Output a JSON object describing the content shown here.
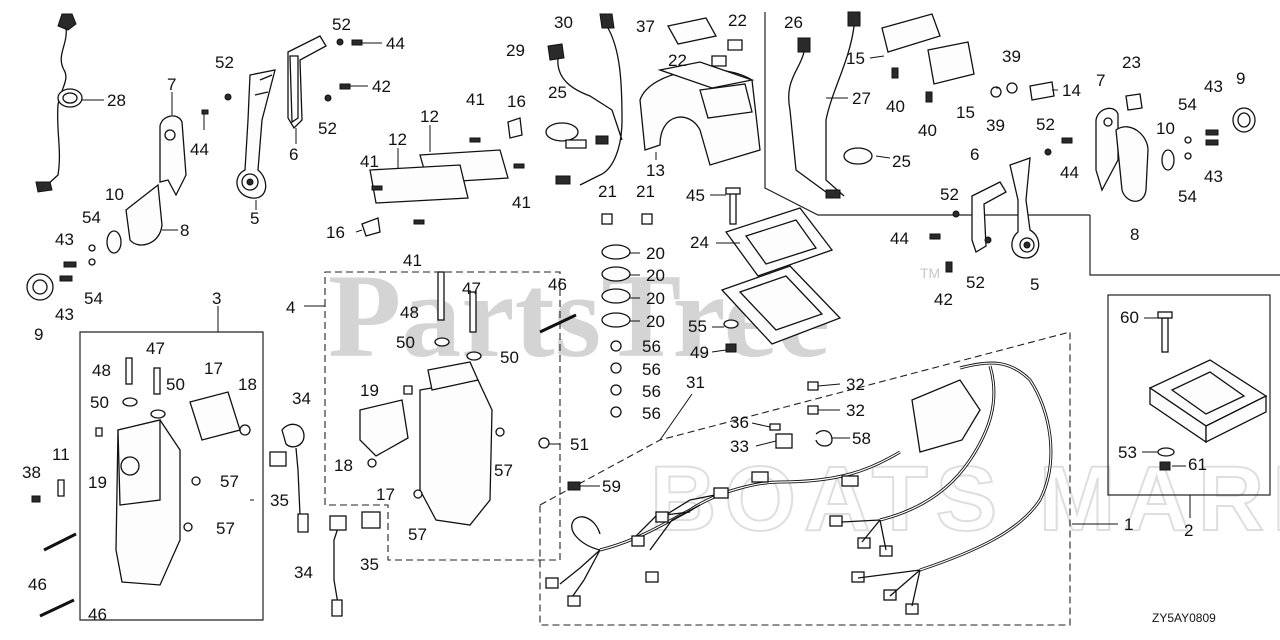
{
  "watermark": {
    "brand": "PartsTree",
    "trademark": "TM",
    "dealer": "BOATS MARINE"
  },
  "diagram_code": "ZY5AY0809",
  "callouts": {
    "c28": "28",
    "c7a": "7",
    "c52a": "52",
    "c44a": "44",
    "c5a": "5",
    "c6a": "6",
    "c52b": "52",
    "c44b": "44",
    "c42a": "42",
    "c52c": "52",
    "c10a": "10",
    "c8a": "8",
    "c54a": "54",
    "c43a": "43",
    "c43b": "43",
    "c54b": "54",
    "c9a": "9",
    "c12a": "12",
    "c12b": "12",
    "c41a": "41",
    "c16a": "16",
    "c41b": "41",
    "c41c": "41",
    "c16b": "16",
    "c41d": "41",
    "c30": "30",
    "c29": "29",
    "c25a": "25",
    "c37": "37",
    "c22a": "22",
    "c22b": "22",
    "c13": "13",
    "c26": "26",
    "c27": "27",
    "c15a": "15",
    "c15b": "15",
    "c40a": "40",
    "c40b": "40",
    "c25b": "25",
    "c39a": "39",
    "c39b": "39",
    "c14": "14",
    "c7b": "7",
    "c23": "23",
    "c9b": "9",
    "c43c": "43",
    "c54c": "54",
    "c10b": "10",
    "c43d": "43",
    "c54d": "54",
    "c52d": "52",
    "c44c": "44",
    "c8b": "8",
    "c6b": "6",
    "c52e": "52",
    "c44d": "44",
    "c42b": "42",
    "c52f": "52",
    "c5b": "5",
    "c3": "3",
    "c48a": "48",
    "c47a": "47",
    "c50a": "50",
    "c50b": "50",
    "c17a": "17",
    "c18a": "18",
    "c11": "11",
    "c38": "38",
    "c19a": "19",
    "c57a": "57",
    "c57b": "57",
    "c46a": "46",
    "c46b": "46",
    "c4": "4",
    "c48b": "48",
    "c47b": "47",
    "c50c": "50",
    "c50d": "50",
    "c19b": "19",
    "c18b": "18",
    "c17b": "17",
    "c57c": "57",
    "c57d": "57",
    "c34a": "34",
    "c35a": "35",
    "c34b": "34",
    "c35b": "35",
    "c46c": "46",
    "c21a": "21",
    "c21b": "21",
    "c20a": "20",
    "c20b": "20",
    "c20c": "20",
    "c20d": "20",
    "c56a": "56",
    "c56b": "56",
    "c56c": "56",
    "c56d": "56",
    "c51": "51",
    "c59": "59",
    "c45": "45",
    "c24": "24",
    "c55": "55",
    "c49": "49",
    "c31": "31",
    "c32a": "32",
    "c32b": "32",
    "c36": "36",
    "c33": "33",
    "c58": "58",
    "c1": "1",
    "c2": "2",
    "c60": "60",
    "c53": "53",
    "c61": "61"
  }
}
